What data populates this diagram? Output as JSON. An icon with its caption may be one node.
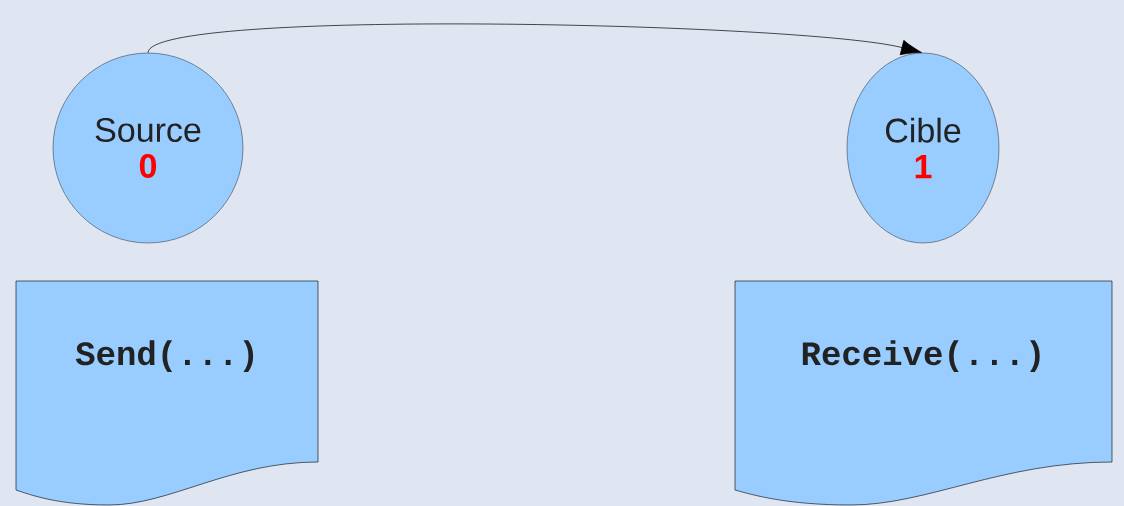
{
  "diagram": {
    "nodes": [
      {
        "text": [
          "Source",
          "0"
        ]
      },
      {
        "text": [
          "Cible",
          "1"
        ]
      },
      {
        "text": [
          "Send(...)"
        ]
      },
      {
        "text": [
          "Receive(...)"
        ]
      }
    ],
    "edges": [
      {
        "from": 0,
        "to": 1,
        "arrow": "to"
      }
    ]
  }
}
